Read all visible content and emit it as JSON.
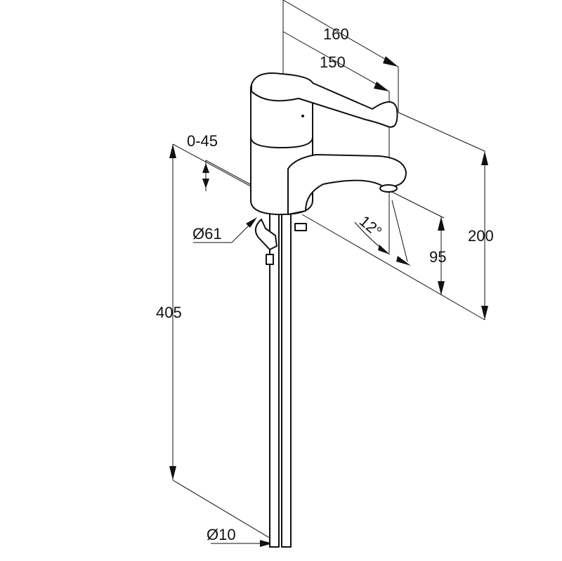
{
  "drawing": {
    "dimensions": {
      "width_overall": "160",
      "spout_reach": "150",
      "deck_thickness": "0-45",
      "base_diameter": "Ø61",
      "spout_angle": "12°",
      "spout_height": "95",
      "total_height": "200",
      "tail_length": "405",
      "pipe_diameter": "Ø10"
    }
  }
}
